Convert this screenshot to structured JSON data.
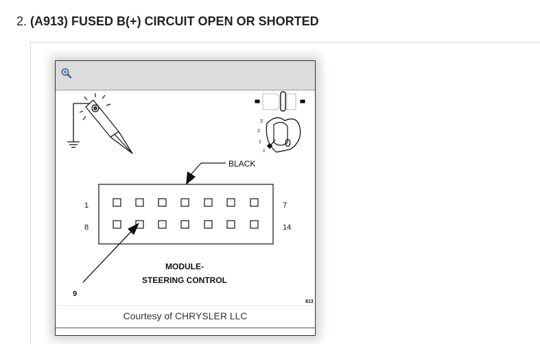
{
  "step": {
    "number": "2.",
    "title": "(A913) FUSED B(+) CIRCUIT OPEN OR SHORTED"
  },
  "figure": {
    "toolbar_icon": "zoom-in-icon",
    "caption": "Courtesy of CHRYSLER LLC",
    "figure_id": "813",
    "diagram": {
      "wire_color_label": "BLACK",
      "connector_row1_first_pin": "1",
      "connector_row1_last_pin": "7",
      "connector_row2_first_pin": "8",
      "connector_row2_last_pin": "14",
      "probe_pin_label": "9",
      "component_name_line1": "MODULE-",
      "component_name_line2": "STEERING CONTROL",
      "ignition_position_0": "0",
      "ignition_position_1": "1",
      "ignition_position_2": "2",
      "ignition_position_3": "3",
      "ignition_current_position": "0",
      "icons": [
        "test-light-probe-icon",
        "ground-symbol-icon",
        "ignition-key-icon",
        "ignition-switch-icon",
        "connector-pin-icon"
      ]
    }
  }
}
